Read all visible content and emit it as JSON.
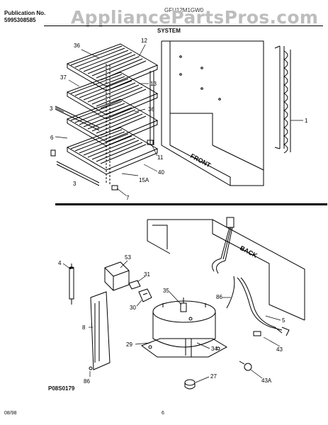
{
  "header": {
    "pub_label": "Publication No.",
    "pub_number": "5995308585",
    "model": "GFU12M1GW0",
    "watermark": "AppliancePartsPros.com",
    "section": "SYSTEM"
  },
  "callouts": {
    "c12": "12",
    "c13": "13",
    "c36a": "36",
    "c36b": "36",
    "c37": "37",
    "c3a": "3",
    "c3b": "3",
    "c6": "6",
    "c1": "1",
    "c11": "11",
    "c40": "40",
    "c15a": "15A",
    "c7": "7",
    "c4": "4",
    "c53": "53",
    "c31": "31",
    "c30": "30",
    "c35": "35",
    "c86a": "86",
    "c86b": "86",
    "c5": "5",
    "c8": "8",
    "c29": "29",
    "c34": "34",
    "c43": "43",
    "c43a": "43A",
    "c27": "27"
  },
  "panel_labels": {
    "front": "FRONT",
    "back": "BACK"
  },
  "footer": {
    "figure_code": "P08S0179",
    "date": "08/98",
    "page": "6"
  }
}
